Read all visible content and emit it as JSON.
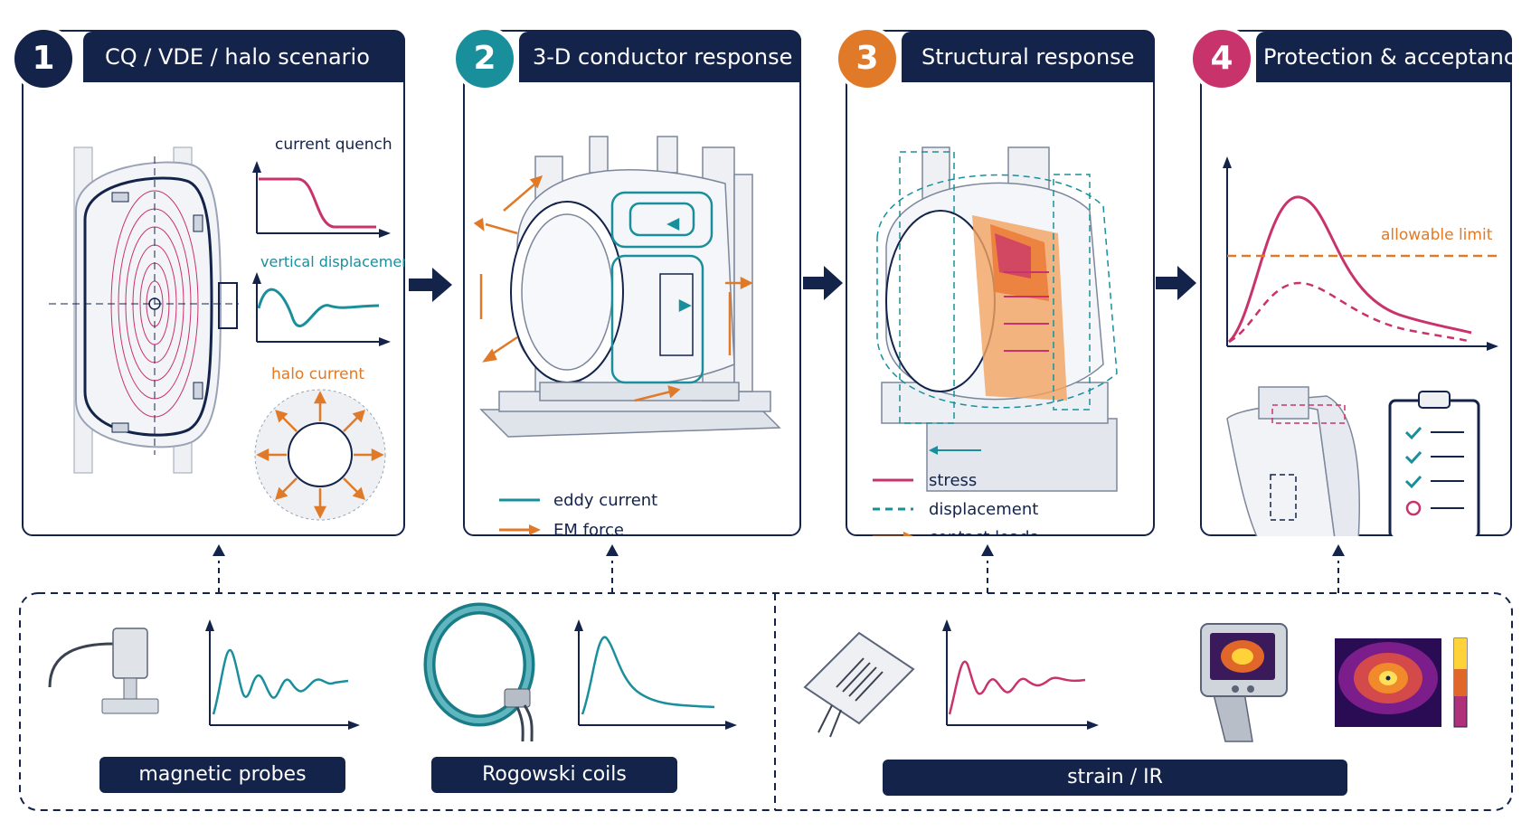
{
  "colors": {
    "navy": "#14234a",
    "teal": "#1a8f9c",
    "orange": "#e07a28",
    "crimson": "#c8336c"
  },
  "steps": [
    {
      "number": "1",
      "title": "CQ / VDE / halo scenario",
      "color": "#14234a"
    },
    {
      "number": "2",
      "title": "3-D conductor response",
      "color": "#1a8f9c"
    },
    {
      "number": "3",
      "title": "Structural response",
      "color": "#e07a28"
    },
    {
      "number": "4",
      "title": "Protection & acceptance",
      "color": "#c8336c"
    }
  ],
  "panel1": {
    "current_quench_label": "current quench",
    "vertical_displacement_label": "vertical displacement",
    "halo_current_label": "halo current"
  },
  "panel2": {
    "legend": {
      "eddy_current": "eddy current",
      "em_force": "EM force"
    }
  },
  "panel3": {
    "legend": {
      "stress": "stress",
      "displacement": "displacement",
      "contact_loads": "contact loads"
    }
  },
  "panel4": {
    "allowable_limit_label": "allowable limit"
  },
  "diagnostics": {
    "magnetic_probes": "magnetic probes",
    "rogowski_coils": "Rogowski coils",
    "strain_ir": "strain / IR"
  },
  "icons": [
    "right-arrow-icon",
    "up-arrow-icon",
    "magnetic-probe-icon",
    "rogowski-coil-icon",
    "strain-gauge-icon",
    "ir-camera-icon",
    "thermal-image-icon",
    "checklist-icon"
  ]
}
